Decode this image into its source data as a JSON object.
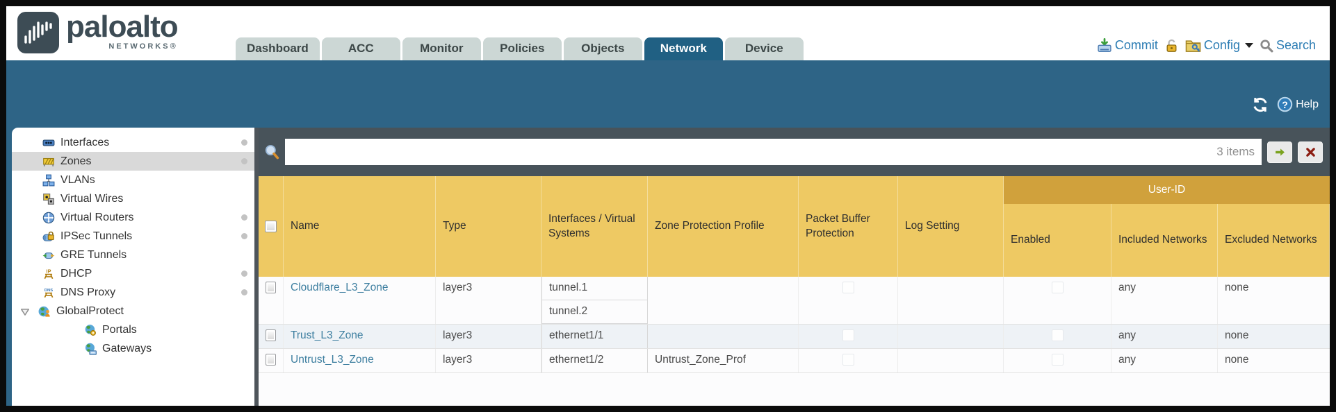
{
  "colors": {
    "teal_band": "#2e6486",
    "tab_active": "#206083",
    "header_gold": "#eec963",
    "group_gold": "#d0a13c",
    "link_blue": "#3e7fa0",
    "link_strong_blue": "#2b7cb3",
    "filterbar_dark": "#48535a"
  },
  "brand": {
    "name": "paloalto",
    "sub": "NETWORKS®"
  },
  "tabs": {
    "items": [
      {
        "label": "Dashboard"
      },
      {
        "label": "ACC"
      },
      {
        "label": "Monitor"
      },
      {
        "label": "Policies"
      },
      {
        "label": "Objects"
      },
      {
        "label": "Network",
        "active": true
      },
      {
        "label": "Device"
      }
    ]
  },
  "header_actions": {
    "commit": "Commit",
    "config": "Config",
    "search": "Search"
  },
  "toolbar": {
    "help": "Help"
  },
  "sidebar": {
    "items": [
      {
        "label": "Interfaces",
        "icon": "interfaces-icon",
        "dot": true
      },
      {
        "label": "Zones",
        "icon": "zones-icon",
        "dot": true,
        "selected": true
      },
      {
        "label": "VLANs",
        "icon": "vlans-icon"
      },
      {
        "label": "Virtual Wires",
        "icon": "virtual-wires-icon"
      },
      {
        "label": "Virtual Routers",
        "icon": "virtual-routers-icon",
        "dot": true
      },
      {
        "label": "IPSec Tunnels",
        "icon": "ipsec-tunnels-icon",
        "dot": true
      },
      {
        "label": "GRE Tunnels",
        "icon": "gre-tunnels-icon"
      },
      {
        "label": "DHCP",
        "icon": "dhcp-icon",
        "dot": true
      },
      {
        "label": "DNS Proxy",
        "icon": "dns-proxy-icon",
        "dot": true
      },
      {
        "label": "GlobalProtect",
        "icon": "globalprotect-icon",
        "expander": true
      },
      {
        "label": "Portals",
        "icon": "portals-icon",
        "child": true
      },
      {
        "label": "Gateways",
        "icon": "gateways-icon",
        "child": true
      }
    ]
  },
  "filterbar": {
    "count": "3 items",
    "query": ""
  },
  "table": {
    "group_header": "User-ID",
    "columns": [
      "Name",
      "Type",
      "Interfaces / Virtual Systems",
      "Zone Protection Profile",
      "Packet Buffer Protection",
      "Log Setting",
      "Enabled",
      "Included Networks",
      "Excluded Networks"
    ],
    "rows": [
      {
        "name": "Cloudflare_L3_Zone",
        "type": "layer3",
        "interfaces": [
          "tunnel.1",
          "tunnel.2"
        ],
        "zone_protection_profile": "",
        "log_setting": "",
        "included_networks": "any",
        "excluded_networks": "none"
      },
      {
        "name": "Trust_L3_Zone",
        "type": "layer3",
        "interfaces": [
          "ethernet1/1"
        ],
        "zone_protection_profile": "",
        "log_setting": "",
        "included_networks": "any",
        "excluded_networks": "none",
        "alt": true
      },
      {
        "name": "Untrust_L3_Zone",
        "type": "layer3",
        "interfaces": [
          "ethernet1/2"
        ],
        "zone_protection_profile": "Untrust_Zone_Prof",
        "log_setting": "",
        "included_networks": "any",
        "excluded_networks": "none"
      }
    ]
  }
}
